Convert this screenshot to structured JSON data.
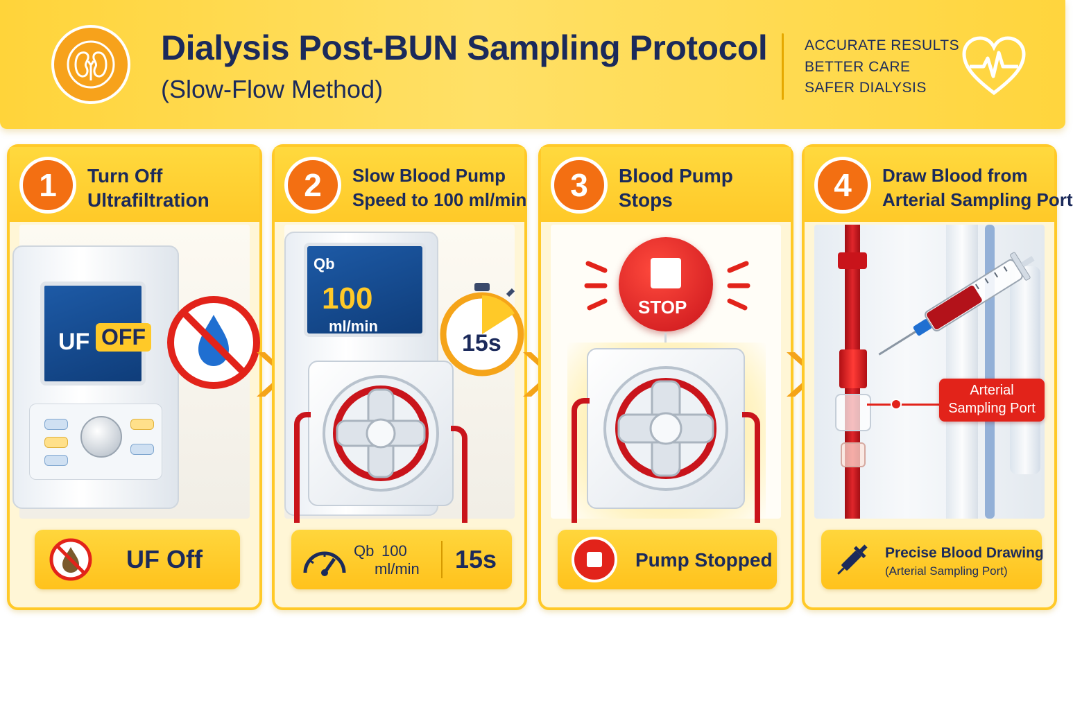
{
  "header": {
    "title_line1": "Dialysis Post-BUN Sampling Protocol",
    "title_line2": "(Slow-Flow Method)",
    "taglines": [
      "ACCURATE RESULTS",
      "BETTER CARE",
      "SAFER DIALYSIS"
    ],
    "icons": {
      "logo": "kidney-icon",
      "right": "heartbeat-icon"
    }
  },
  "steps": [
    {
      "number": "1",
      "title_line1": "Turn Off",
      "title_line2": "Ultrafiltration",
      "screen": {
        "label_uf": "UF",
        "label_off": "OFF"
      },
      "footer": {
        "label": "UF Off",
        "icon": "no-water-drop-icon"
      }
    },
    {
      "number": "2",
      "title_line1": "Slow Blood Pump",
      "title_line2": "Speed to 100 ml/min",
      "screen": {
        "label_qb": "Qb",
        "value": "100",
        "unit": "ml/min"
      },
      "timer": "15s",
      "footer": {
        "qb_label": "Qb",
        "qb_value": "100",
        "qb_unit": "ml/min",
        "time": "15s",
        "icon": "speedometer-icon"
      }
    },
    {
      "number": "3",
      "title_line1": "Blood Pump",
      "title_line2": "Stops",
      "stop_label": "STOP",
      "footer": {
        "label": "Pump Stopped",
        "icon": "stop-icon"
      }
    },
    {
      "number": "4",
      "title_line1": "Draw Blood from",
      "title_line2": "Arterial Sampling Port",
      "callout_line1": "Arterial",
      "callout_line2": "Sampling Port",
      "footer": {
        "line1": "Precise Blood Drawing",
        "line2": "(Arterial Sampling Port)",
        "icon": "syringe-icon"
      }
    }
  ],
  "colors": {
    "header_yellow": "#ffd43a",
    "step_orange": "#f36f12",
    "navy_text": "#1b2a5b",
    "alert_red": "#e2231a",
    "blood_red": "#c9141b",
    "screen_blue": "#0f3d7a"
  }
}
